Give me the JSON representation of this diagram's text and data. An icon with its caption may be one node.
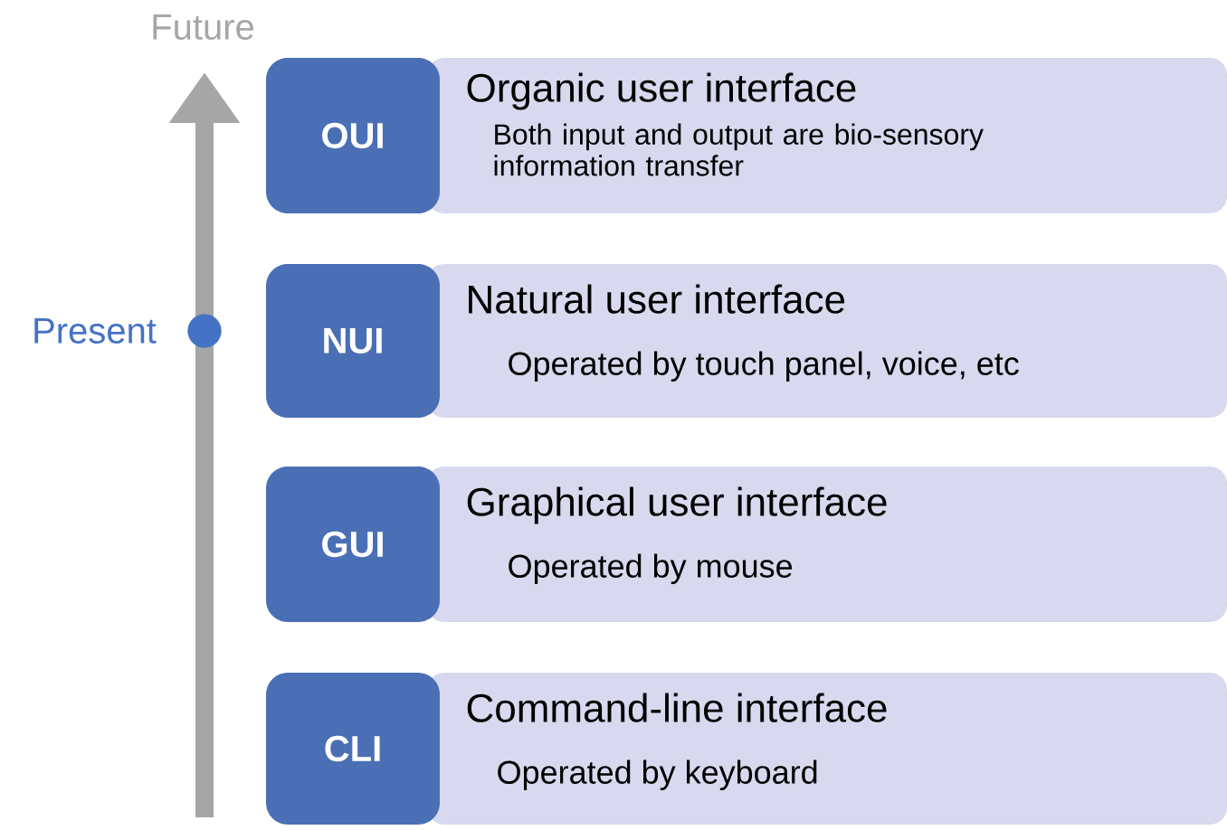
{
  "diagram": {
    "nodes": [
      {
        "text": [
          "OUI"
        ]
      },
      {
        "text": [
          "Organic user interface",
          "Both input and output are bio-sensory information transfer"
        ]
      },
      {
        "text": [
          "NUI"
        ]
      },
      {
        "text": [
          "Natural user interface",
          "Operated by touch panel, voice, etc"
        ]
      },
      {
        "text": [
          "GUI"
        ]
      },
      {
        "text": [
          "Graphical user interface",
          "Operated by mouse"
        ]
      },
      {
        "text": [
          "CLI"
        ]
      },
      {
        "text": [
          "Command-line interface",
          "Operated by keyboard"
        ]
      }
    ],
    "labels": [
      "Future",
      "Present"
    ]
  }
}
